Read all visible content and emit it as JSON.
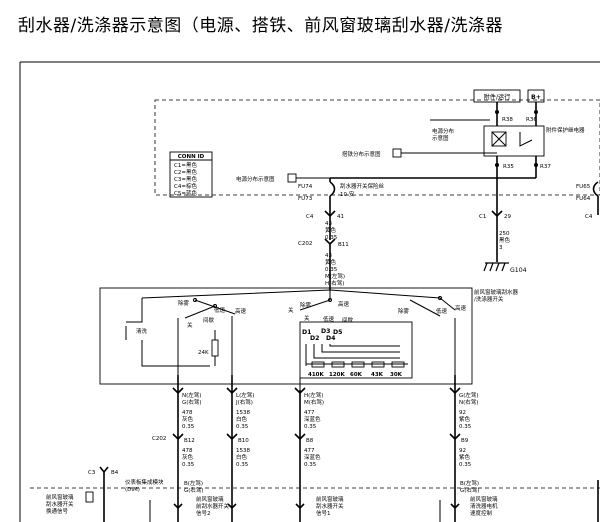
{
  "title": "刮水器/洗涤器示意图（电源、搭铁、前风窗玻璃刮水器/洗涤器",
  "top_power": {
    "left_label": "附件/运行",
    "right_label": "B+"
  },
  "fuses": {
    "f1": "R38",
    "f2": "R36",
    "f3": "R35",
    "f4": "R37"
  },
  "relay_label": "附件保护继电器",
  "power_dist_1": "电源分布\n示意图",
  "ground_dist": "搭铁分布示意图",
  "conn_id": {
    "title": "CONN ID",
    "rows": [
      "C1=黑色",
      "C2=黑色",
      "C3=黑色",
      "C4=棕色",
      "C5=蓝色"
    ]
  },
  "power_dist_2": "电源分布示意图",
  "fuse_main": {
    "id1": "FU74",
    "id2": "FU73",
    "name": "刮水器开关保险丝",
    "rating": "10 安"
  },
  "fuse_right": {
    "id1": "FU65",
    "id2": "FU64"
  },
  "c4_41": {
    "conn": "C4",
    "pin": "41",
    "circuit": "43",
    "color": "黄色",
    "gauge": "0.35"
  },
  "c1_29": {
    "conn": "C1",
    "pin": "29",
    "circuit": "250",
    "color": "黑色",
    "gauge": "3"
  },
  "c202_b11": {
    "conn": "C202",
    "pin": "B11",
    "circuit": "43",
    "color": "黄色",
    "gauge": "0.35"
  },
  "g104": "G104",
  "c4_right": "C4",
  "switch_pin_top": {
    "l1": "M(左驾)",
    "l2": "H(右驾)"
  },
  "switch_name": "前风窗玻璃刮水器\n/洗涤器开关",
  "switch_labels": {
    "mist1": "除雾",
    "high1": "高速",
    "off1": "关",
    "int1": "间歇",
    "low1": "低速",
    "wash": "清洗",
    "off2": "关",
    "mist2": "除雾",
    "high2": "高速",
    "low2": "低速",
    "int2": "间歇",
    "off3": "关",
    "mist3": "除雾",
    "low3": "低速",
    "high3": "高速",
    "d1": "D1",
    "d2": "D2",
    "d3": "D3",
    "d4": "D4",
    "d5": "D5",
    "r24k": "24K",
    "resistors": [
      "410K",
      "120K",
      "60K",
      "43K",
      "30K"
    ]
  },
  "pins": [
    {
      "l1": "N(左驾)",
      "l2": "G(右驾)",
      "circuit": "478",
      "color": "灰色",
      "gauge": "0.35"
    },
    {
      "l1": "L(左驾)",
      "l2": "J(右驾)",
      "circuit": "1538",
      "color": "白色",
      "gauge": "0.35"
    },
    {
      "l1": "H(左驾)",
      "l2": "M(右驾)",
      "circuit": "477",
      "color": "深蓝色",
      "gauge": "0.35"
    },
    {
      "l1": "G(左驾)",
      "l2": "N(右驾)",
      "circuit": "92",
      "color": "紫色",
      "gauge": "0.35"
    }
  ],
  "c202_lower": {
    "conn": "C202",
    "pins": [
      "B12",
      "B10",
      "B8",
      "B9"
    ],
    "circuits": [
      "478",
      "1538",
      "477",
      "92"
    ],
    "colors": [
      "灰色",
      "白色",
      "深蓝色",
      "紫色"
    ],
    "gauges": [
      "0.35",
      "0.35",
      "0.35",
      "0.35"
    ]
  },
  "bottom": {
    "c3": "C3",
    "b4": "B4",
    "ipc": "仪表板集成模块\n(DIM)",
    "pinA_1": "B(左驾)",
    "pinA_2": "G(右驾)",
    "pinB_1": "B(左驾)",
    "pinB_2": "G(右驾)",
    "signal_left": "前风窗玻璃\n刮水器开关\n换通信号",
    "signal_a": "前风窗玻璃\n前刮水器开关\n信号2",
    "signal_b": "前风窗玻璃\n刮水器开关\n信号1",
    "signal_c": "前风窗玻璃\n清洗器电机\n速度控制"
  },
  "colors": {
    "ink": "#000000",
    "paper": "#ffffff",
    "relay_fill": "#f4f4f4"
  }
}
